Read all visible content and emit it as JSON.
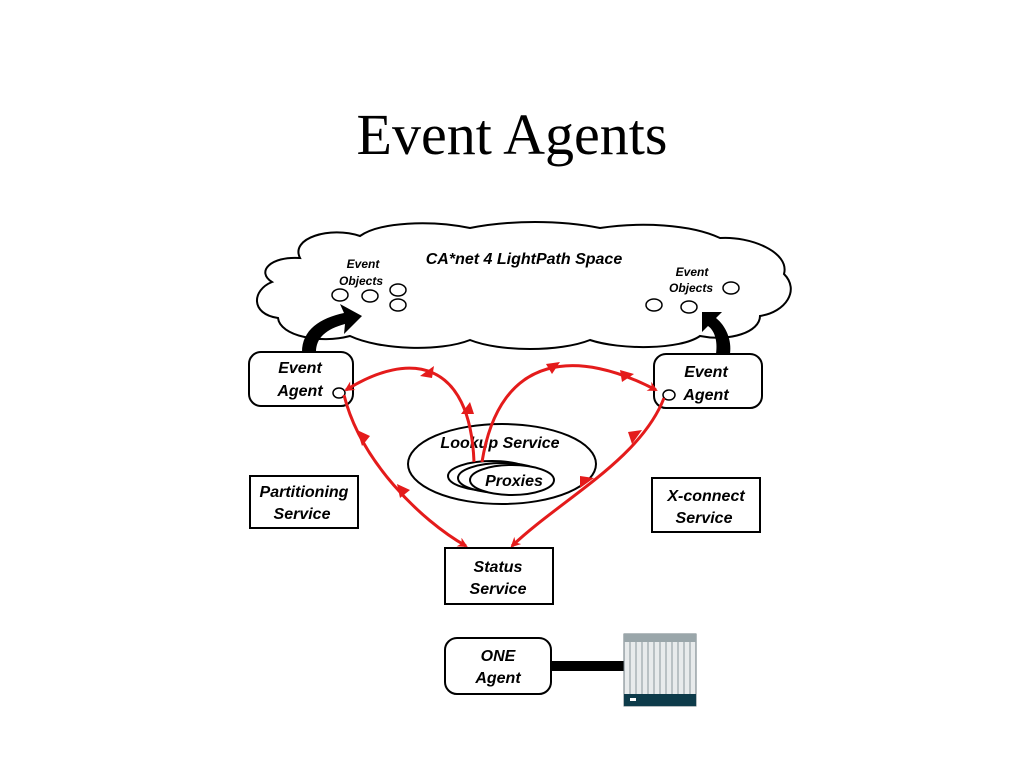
{
  "slide": {
    "title": "Event Agents"
  },
  "cloud": {
    "label": "CA*net 4 LightPath Space",
    "objects_left": [
      "Event",
      "Objects"
    ],
    "objects_right": [
      "Event",
      "Objects"
    ]
  },
  "nodes": {
    "event_agent_left": [
      "Event",
      "Agent"
    ],
    "event_agent_right": [
      "Event",
      "Agent"
    ],
    "lookup_service": "Lookup Service",
    "proxies": "Proxies",
    "partitioning_service": [
      "Partitioning",
      "Service"
    ],
    "xconnect_service": [
      "X-connect",
      "Service"
    ],
    "status_service": [
      "Status",
      "Service"
    ],
    "one_agent": [
      "ONE",
      "Agent"
    ]
  },
  "colors": {
    "flow_arrow": "#e41b1b",
    "outline": "#000000",
    "device_base": "#0d3b4a"
  }
}
